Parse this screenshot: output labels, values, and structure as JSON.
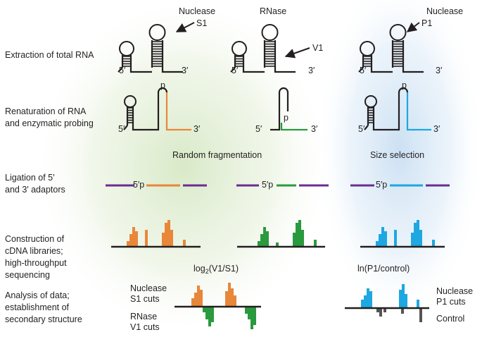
{
  "steps": [
    "Extraction of total RNA",
    "Renaturation of RNA\nand enzymatic probing",
    "Ligation of 5′\nand 3′ adaptors",
    "Construction of\ncDNA libraries;\nhigh-throughput\nsequencing",
    "Analysis of data;\nestablishment of\nsecondary structure"
  ],
  "columns": {
    "s1": {
      "enzyme": "Nuclease",
      "cut": "S1"
    },
    "v1": {
      "enzyme": "RNase",
      "cut": "V1"
    },
    "p1": {
      "enzyme": "Nuclease",
      "cut": "P1"
    }
  },
  "ends": {
    "five": "5′",
    "three": "3′",
    "phosphate": "p",
    "adaptor_five": "5′p"
  },
  "processes": {
    "fragmentation": "Random fragmentation",
    "size_selection": "Size selection"
  },
  "analysis": {
    "ratio_s1v1_base": "log",
    "ratio_s1v1_sub": "2",
    "ratio_s1v1_rest": "(V1/S1)",
    "ratio_p1": "ln(P1/control)",
    "s1_cuts": "Nuclease\nS1 cuts",
    "v1_cuts": "RNase\nV1 cuts",
    "p1_cuts": "Nuclease\nP1 cuts",
    "control": "Control"
  },
  "colors": {
    "s1": "#e8873a",
    "v1": "#2a9a3e",
    "p1": "#1ea7e1",
    "adaptor": "#6b2c91",
    "control": "#555555",
    "rna": "#231f20"
  }
}
